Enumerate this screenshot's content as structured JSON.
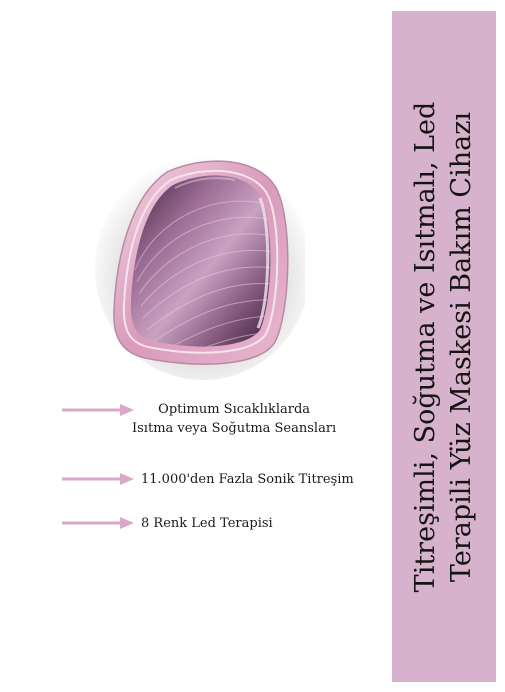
{
  "product": {
    "image_icon": "facial-device-image",
    "accent_color": "#d7b2cc",
    "arrow_color": "#d9a8c8"
  },
  "features": [
    {
      "line1": "Optimum Sıcaklıklarda",
      "line2": "Isıtma veya Soğutma Seansları"
    },
    {
      "line1": "11.000'den Fazla Sonik Titreşim"
    },
    {
      "line1": "8 Renk Led Terapisi"
    }
  ],
  "side_title": {
    "line1": "Titreşimli, Soğutma ve Isıtmalı, Led",
    "line2": "Terapili Yüz Maskesi Bakım Cihazı"
  }
}
